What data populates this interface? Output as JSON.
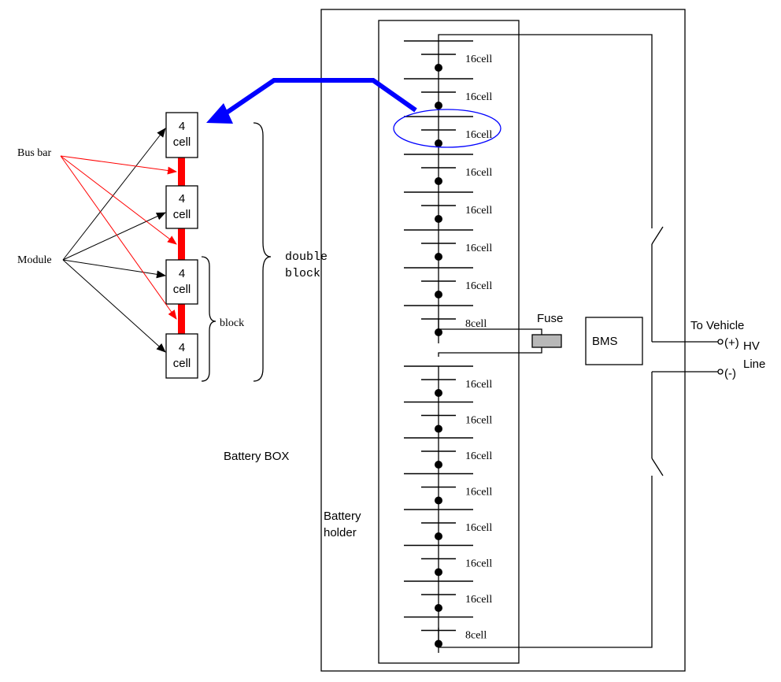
{
  "labels": {
    "bus_bar": "Bus bar",
    "module": "Module",
    "block": "block",
    "double_block_line1": "double",
    "double_block_line2": "block",
    "battery_box": "Battery BOX",
    "battery_holder_line1": "Battery",
    "battery_holder_line2": "holder",
    "fuse": "Fuse",
    "bms": "BMS",
    "to_vehicle": "To Vehicle",
    "plus": "(+)",
    "minus": "(-)",
    "hv": "HV",
    "line": "Line"
  },
  "modules": [
    {
      "number": "4",
      "unit": "cell"
    },
    {
      "number": "4",
      "unit": "cell"
    },
    {
      "number": "4",
      "unit": "cell"
    },
    {
      "number": "4",
      "unit": "cell"
    }
  ],
  "cells_top": [
    "16cell",
    "16cell",
    "16cell",
    "16cell",
    "16cell",
    "16cell",
    "16cell",
    "8cell"
  ],
  "cells_bottom": [
    "16cell",
    "16cell",
    "16cell",
    "16cell",
    "16cell",
    "16cell",
    "16cell",
    "8cell"
  ],
  "colors": {
    "busbar": "#ff0000",
    "highlight_arrow": "#0000ff",
    "fuse": "#b8b8b8",
    "line": "#000000"
  }
}
